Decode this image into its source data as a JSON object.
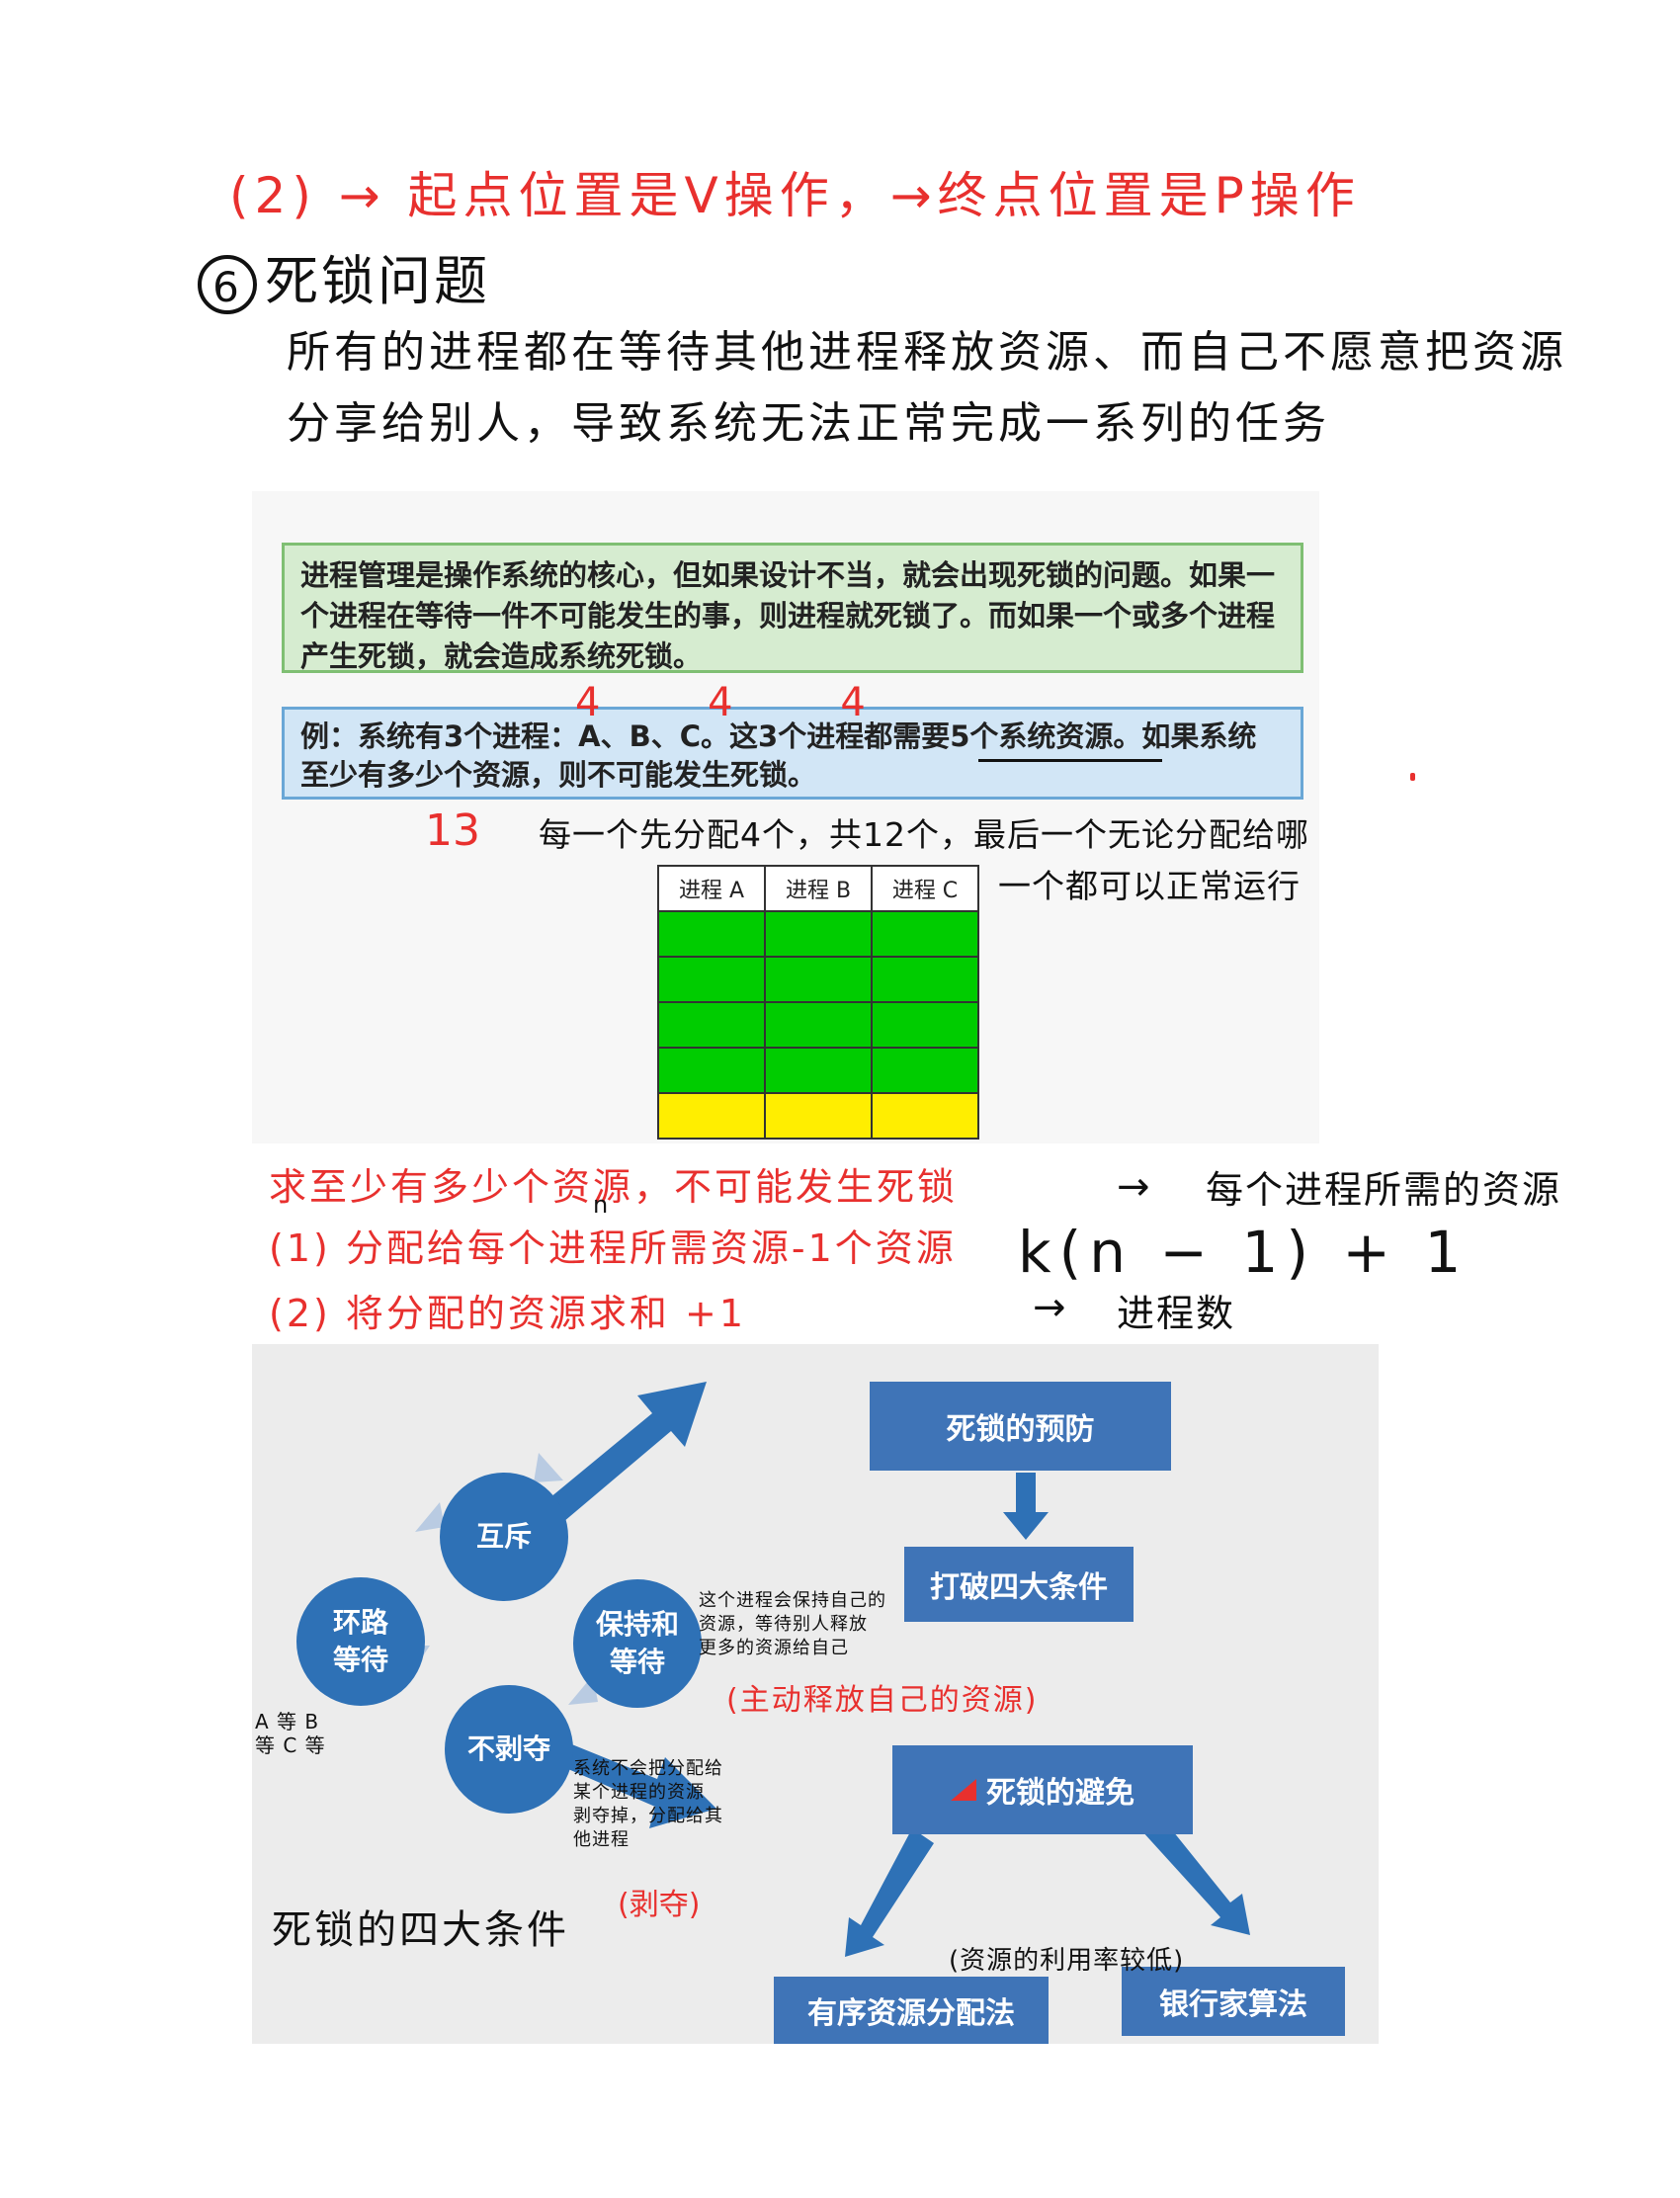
{
  "notes": {
    "pv_rule": "(2) → 起点位置是V操作，→终点位置是P操作",
    "heading_num": "6",
    "heading": "死锁问题",
    "definition_1": "所有的进程都在等待其他进程释放资源、而自己不愿意把资源",
    "definition_2": "分享给别人，导致系统无法正常完成一系列的任务"
  },
  "slide1": {
    "intro": "进程管理是操作系统的核心，但如果设计不当，就会出现死锁的问题。如果一个进程在等待一件不可能发生的事，则进程就死锁了。而如果一个或多个进程产生死锁，就会造成系统死锁。",
    "example": "例：系统有3个进程：A、B、C。这3个进程都需要5个系统资源。如果系统至少有多少个资源，则不可能发生死锁。",
    "annot_fours": "4 4 4",
    "annot_answer": "13",
    "annot_expl_1": "每一个先分配4个，共12个，最后一个无论分配给哪",
    "annot_expl_2": "一个都可以正常运行"
  },
  "table": {
    "headers": [
      "进程 A",
      "进程 B",
      "进程 C"
    ],
    "rows": [
      [
        "green",
        "green",
        "green"
      ],
      [
        "green",
        "green",
        "green"
      ],
      [
        "green",
        "green",
        "green"
      ],
      [
        "green",
        "green",
        "green"
      ],
      [
        "yellow",
        "yellow",
        "yellow"
      ]
    ]
  },
  "method": {
    "line1": "求至少有多少个资源，不可能发生死锁",
    "line2": "(1) 分配给每个进程所需资源-1个资源",
    "line3": "(2) 将分配的资源求和 +1",
    "n_mark": "n",
    "formula": "k(n − 1) + 1",
    "arrow": "→",
    "n_label": "每个进程所需的资源",
    "k_label": "进程数"
  },
  "slide2": {
    "circles": {
      "mutex": "互斥",
      "hold_wait": "保持和\n等待",
      "no_preempt": "不剥夺",
      "loop_wait": "环路\n等待"
    },
    "boxes": {
      "prevention": "死锁的预防",
      "break_four": "打破四大条件",
      "avoidance": "死锁的避免",
      "ordered": "有序资源分配法",
      "banker": "银行家算法"
    },
    "note_hold": "这个进程会保持自己的\n资源，等待别人释放\n更多的资源给自己",
    "note_hold_red": "(主动释放自己的资源)",
    "note_preempt": "系统不会把分配给\n某个进程的资源\n剥夺掉，分配给其\n他进程",
    "note_preempt_red": "(剥夺)",
    "note_cycle": "A 等 B\n等  C  等",
    "note_four": "死锁的四大条件",
    "note_util": "(资源的利用率较低)"
  },
  "colors": {
    "annotation_red": "#e8302e",
    "node_blue": "#2e71b6",
    "box_blue": "#3f74b7",
    "cell_green": "#00cc00",
    "cell_yellow": "#ffee00"
  }
}
